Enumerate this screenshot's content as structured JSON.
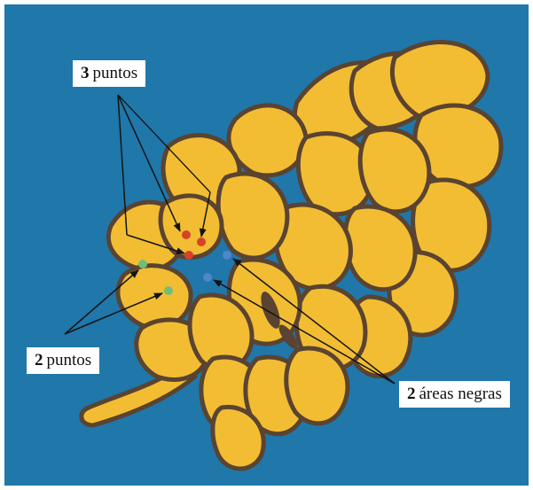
{
  "colors": {
    "background": "#1f77aa",
    "petal": "#f2bd32",
    "outline": "#5a4330",
    "arrow": "#141414",
    "dot_red": "#d6422a",
    "dot_green": "#6fbf78",
    "dot_blue": "#4f86c9"
  },
  "labels": {
    "three_points": {
      "count": "3",
      "text": "puntos"
    },
    "two_points": {
      "count": "2",
      "text": "puntos"
    },
    "two_black_areas": {
      "count": "2",
      "text": "áreas negras"
    }
  }
}
